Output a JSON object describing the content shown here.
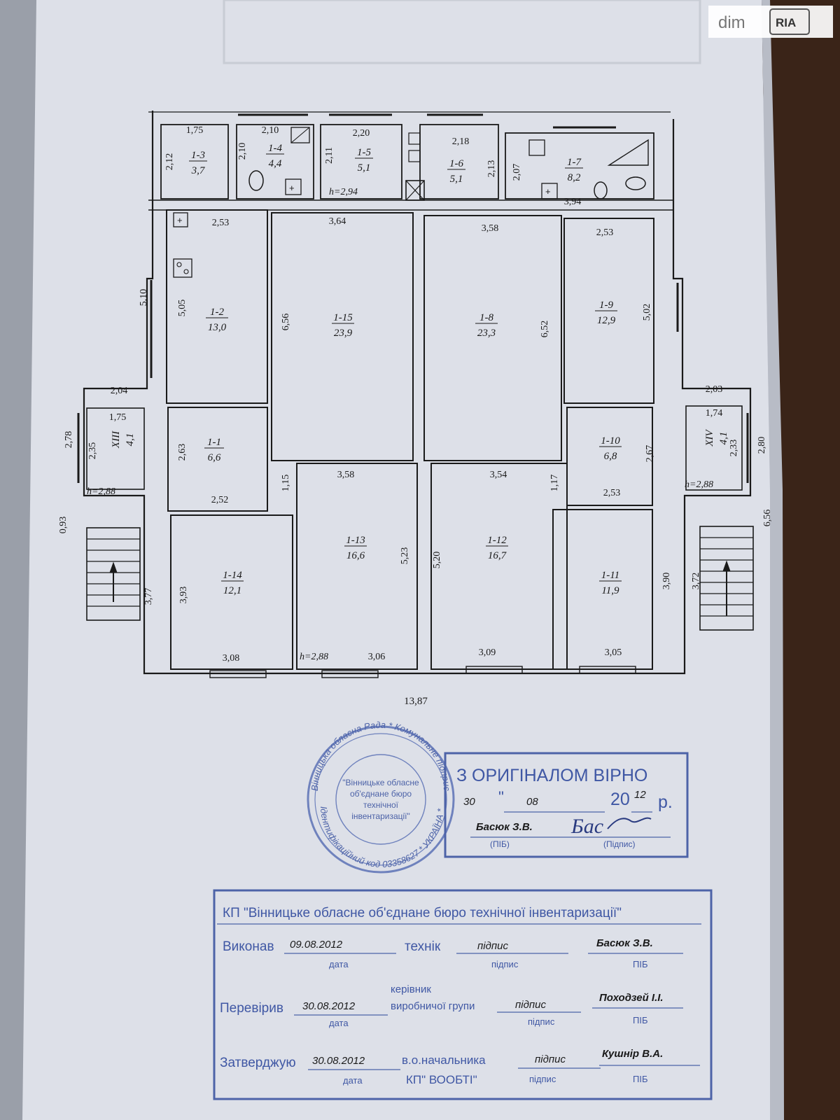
{
  "watermark": {
    "brand": "dim",
    "logo": "RIA"
  },
  "plan": {
    "rooms": [
      {
        "id": "1-3",
        "area": "3,7"
      },
      {
        "id": "1-4",
        "area": "4,4"
      },
      {
        "id": "1-5",
        "area": "5,1"
      },
      {
        "id": "1-6",
        "area": "5,1"
      },
      {
        "id": "1-7",
        "area": "8,2"
      },
      {
        "id": "1-2",
        "area": "13,0"
      },
      {
        "id": "1-15",
        "area": "23,9"
      },
      {
        "id": "1-8",
        "area": "23,3"
      },
      {
        "id": "1-9",
        "area": "12,9"
      },
      {
        "id": "1-1",
        "area": "6,6"
      },
      {
        "id": "1-10",
        "area": "6,8"
      },
      {
        "id": "1-14",
        "area": "12,1"
      },
      {
        "id": "1-13",
        "area": "16,6"
      },
      {
        "id": "1-12",
        "area": "16,7"
      },
      {
        "id": "1-11",
        "area": "11,9"
      },
      {
        "id": "XIII",
        "area": "4,1"
      },
      {
        "id": "XIV",
        "area": "4,1"
      }
    ],
    "dims": [
      "1,75",
      "2,10",
      "2,20",
      "2,18",
      "2,12",
      "2,10",
      "2,11",
      "2,13",
      "2,07",
      "3,94",
      "2,53",
      "3,64",
      "3,58",
      "2,53",
      "5,10",
      "5,05",
      "6,56",
      "6,52",
      "5,02",
      "2,04",
      "1,75",
      "2,78",
      "2,35",
      "2,63",
      "1,15",
      "3,58",
      "3,54",
      "1,17",
      "2,67",
      "2,03",
      "1,74",
      "2,33",
      "2,80",
      "0,93",
      "2,52",
      "2,53",
      "6,56",
      "3,77",
      "3,93",
      "5,23",
      "5,20",
      "3,90",
      "3,72",
      "3,08",
      "3,06",
      "3,09",
      "3,05",
      "13,87"
    ],
    "heights": [
      "h=2,94",
      "h=2,88",
      "h=2,88",
      "h=2,88"
    ]
  },
  "seal": {
    "outer_top": "Вінницька обласна Рада  *  Комунальне підприємство",
    "outer_bottom": "Ідентифікаційний код 03358627  *  УКРАЇНА  *",
    "inner": [
      "\"Вінницьке обласне",
      "об'єднане бюро",
      "технічної",
      "інвентаризації\""
    ]
  },
  "stamp": {
    "title": "З ОРИГІНАЛОМ ВІРНО",
    "day": "30",
    "month": "08",
    "year_prefix": "20",
    "year_suffix": "12",
    "year_unit": "р.",
    "name": "Басюк З.В.",
    "name_caption": "(ПІБ)",
    "sign_caption": "(Підпис)",
    "signature": "Бас"
  },
  "titleblock": {
    "org": "КП \"Вінницьке обласне об'єднане бюро технічної інвентаризації\"",
    "rows": [
      {
        "action": "Виконав",
        "date": "09.08.2012",
        "role": [
          "технік"
        ],
        "sign": "підпис",
        "name": "Басюк З.В."
      },
      {
        "action": "Перевірив",
        "date": "30.08.2012",
        "role": [
          "керівник",
          "виробничої групи"
        ],
        "sign": "підпис",
        "name": "Походзей І.І."
      },
      {
        "action": "Затверджую",
        "date": "30.08.2012",
        "role": [
          "в.о.начальника",
          "КП\" ВООБТІ\""
        ],
        "sign": "підпис",
        "name": "Кушнір В.А."
      }
    ],
    "caption_date": "дата",
    "caption_sign": "підпис",
    "caption_name": "ПІБ"
  }
}
